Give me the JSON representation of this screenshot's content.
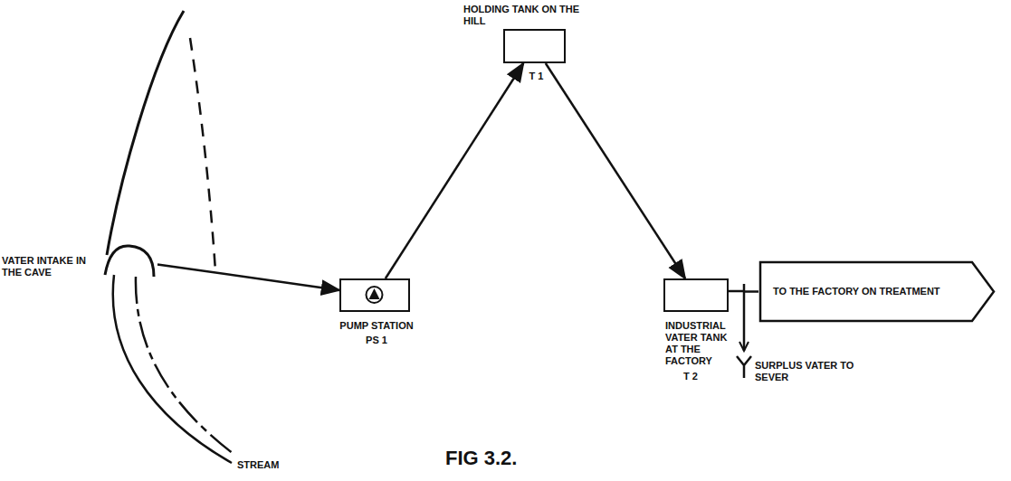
{
  "diagram": {
    "nodes": [
      {
        "text": [
          "VATER INTAKE IN THE CAVE"
        ]
      },
      {
        "text": [
          "PUMP STATION",
          "PS 1"
        ]
      },
      {
        "text": [
          "HOLDING TANK ON THE HILL",
          "T 1"
        ]
      },
      {
        "text": [
          "INDUSTRIAL VATER TANK AT THE FACTORY",
          "T 2"
        ]
      },
      {
        "text": [
          "TO THE FACTORY ON TREATMENT"
        ]
      }
    ],
    "edges": [
      {
        "from": 0,
        "to": 1,
        "arrow": "to"
      },
      {
        "from": 1,
        "to": 2,
        "arrow": "to"
      },
      {
        "from": 2,
        "to": 3,
        "arrow": "to"
      },
      {
        "from": 3,
        "to": 4,
        "arrow": "none"
      }
    ],
    "labels": [
      "SURPLUS VATER TO SEVER",
      "STREAM",
      "FIG 3.2."
    ]
  }
}
